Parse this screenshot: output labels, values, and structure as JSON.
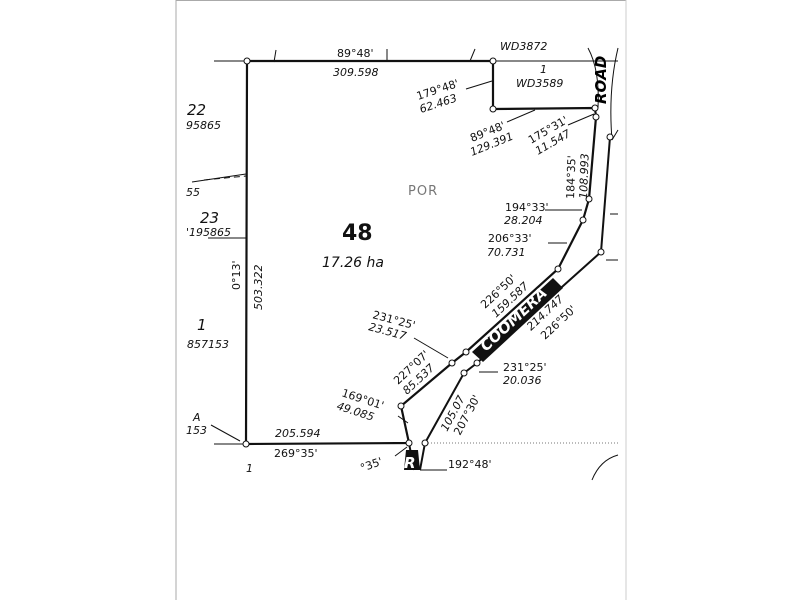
{
  "lot": {
    "number": "48",
    "area": "17.26 ha",
    "por": "POR"
  },
  "boundaries": {
    "north_bearing": "89°48'",
    "north_distance": "309.598",
    "b1_bearing": "179°48'",
    "b1_distance": "62.463",
    "b2_bearing": "89°48'",
    "b2_distance": "129.391",
    "b3_bearing": "175°31'",
    "b3_distance": "11.547",
    "b4_bearing": "184°35'",
    "b4_distance": "108.993",
    "b5_bearing": "194°33'",
    "b5_distance": "28.204",
    "b6_bearing": "206°33'",
    "b6_distance": "70.731",
    "b7_bearing": "226°50'",
    "b7_distance": "159.587",
    "b8_bearing": "231°25'",
    "b8_distance": "23.517",
    "b9_bearing": "227°07'",
    "b9_distance": "85.537",
    "b10_bearing": "169°01'",
    "b10_distance": "49.085",
    "south_distance": "205.594",
    "south_bearing": "269°35'",
    "west_bearing": "0°13'",
    "west_distance": "503.322"
  },
  "road": {
    "r1_distance": "214.747",
    "r1_bearing": "226°50'",
    "r2_bearing": "231°25'",
    "r2_distance": "20.036",
    "r3_distance": "105.07",
    "r3_bearing": "207°30'",
    "r4_bearing": "192°48'",
    "partial_bearing": "°35'",
    "name": "COOMERA",
    "name_right": "ROAD",
    "fragment": "R"
  },
  "adjacent": {
    "wd_top": "WD3872",
    "lot1_number": "1",
    "lot1_plan": "WD3589",
    "lot22_number": "22",
    "lot22_plan": "95865",
    "frag55": "55",
    "lot23_number": "23",
    "lot23_plan": "'195865",
    "lot1w_number": "1",
    "lot1w_plan": "857153",
    "lotA_number": "A",
    "lotA_plan": "153",
    "lot1s_number": "1"
  }
}
